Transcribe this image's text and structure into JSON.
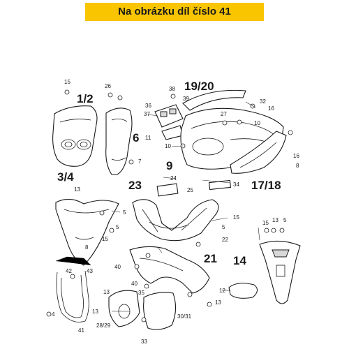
{
  "header": {
    "banner_text": "Na obrázku díl číslo 41",
    "banner_color": "#f9c500"
  },
  "diagram": {
    "big_labels": [
      "1/2",
      "6",
      "19/20",
      "9",
      "17/18",
      "3/4",
      "23",
      "21",
      "14"
    ],
    "small_labels": [
      "15",
      "26",
      "38",
      "39",
      "36",
      "37",
      "11",
      "27",
      "10",
      "32",
      "16",
      "8",
      "10",
      "16",
      "7",
      "13",
      "5",
      "24",
      "25",
      "34",
      "5",
      "15",
      "15",
      "5",
      "22",
      "15",
      "13",
      "5",
      "8",
      "42",
      "43",
      "40",
      "13",
      "40",
      "35",
      "12",
      "13",
      "4",
      "41",
      "13",
      "28/29",
      "30/31",
      "33"
    ]
  }
}
